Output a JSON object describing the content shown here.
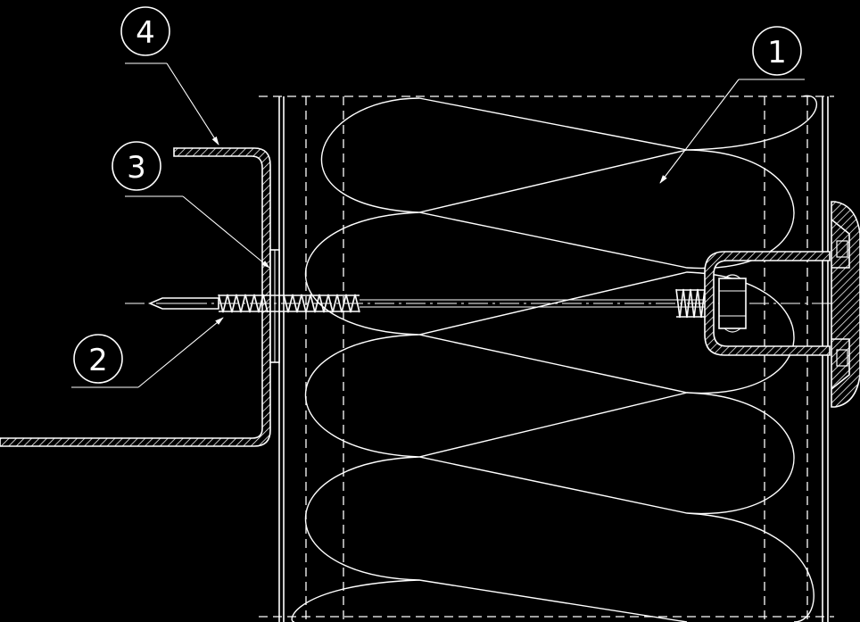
{
  "callouts": [
    {
      "number": "1"
    },
    {
      "number": "2"
    },
    {
      "number": "3"
    },
    {
      "number": "4"
    }
  ],
  "colors": {
    "background": "#000000",
    "lines": "#ffffff"
  }
}
